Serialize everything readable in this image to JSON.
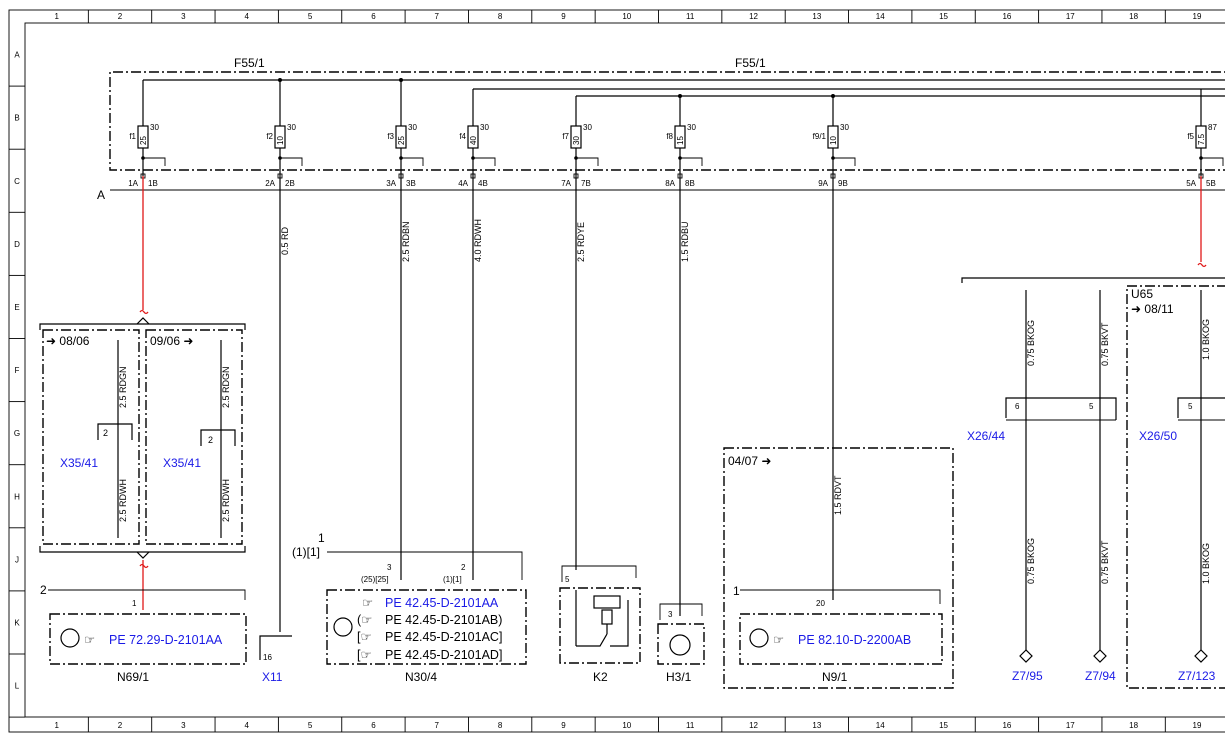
{
  "grid": {
    "cols": [
      "1",
      "2",
      "3",
      "4",
      "5",
      "6",
      "7",
      "8",
      "9",
      "10",
      "11",
      "12",
      "13",
      "14",
      "15",
      "16",
      "17",
      "18",
      "19"
    ],
    "rows": [
      "A",
      "B",
      "C",
      "D",
      "E",
      "F",
      "G",
      "H",
      "J",
      "K",
      "L"
    ]
  },
  "fuse_box": {
    "label_left": "F55/1",
    "label_right": "F55/1",
    "terminal_label": "A",
    "fuses": [
      {
        "name": "f1",
        "rating": "25",
        "pin": "30",
        "left": "1A",
        "right": "1B"
      },
      {
        "name": "f2",
        "rating": "10",
        "pin": "30",
        "left": "2A",
        "right": "2B"
      },
      {
        "name": "f3",
        "rating": "25",
        "pin": "30",
        "left": "3A",
        "right": "3B"
      },
      {
        "name": "f4",
        "rating": "40",
        "pin": "30",
        "left": "4A",
        "right": "4B"
      },
      {
        "name": "f7",
        "rating": "30",
        "pin": "30",
        "left": "7A",
        "right": "7B"
      },
      {
        "name": "f8",
        "rating": "15",
        "pin": "30",
        "left": "8A",
        "right": "8B"
      },
      {
        "name": "f9/1",
        "rating": "10",
        "pin": "30",
        "left": "9A",
        "right": "9B"
      },
      {
        "name": "f5",
        "rating": "7.5",
        "pin": "87",
        "left": "5A",
        "right": "5B"
      }
    ]
  },
  "wires": {
    "w2": "0.5 RD",
    "w3": "2.5 RDBN",
    "w4": "4.0 RDWH",
    "w7": "2.5 RDYE",
    "w8": "1.5 RDBU",
    "w9": "1.5 RDVT",
    "bkog1": "0.75 BKOG",
    "bkvt1": "0.75 BKVT",
    "bkog2": "1.0 BKOG",
    "bkog3": "0.75 BKOG",
    "bkvt2": "0.75 BKVT",
    "bkog4": "1.0 BKOG"
  },
  "variant": {
    "left_code": "08/06",
    "right_code": "09/06",
    "wire_top": "2.5 RDGN",
    "wire_bottom": "2.5 RDWH",
    "pin": "2",
    "connector_left": "X35/41",
    "connector_right": "X35/41"
  },
  "n69": {
    "ref": "2",
    "pin": "1",
    "link": "PE 72.29-D-2101AA",
    "name": "N69/1"
  },
  "x11": {
    "pin": "16",
    "name": "X11"
  },
  "n30": {
    "ref": "1",
    "ref2": "(1)[1]",
    "pin_a": "3",
    "pin_a_sub": "(25)[25]",
    "pin_b": "2",
    "pin_b_sub": "(1)[1]",
    "link": "PE 42.45-D-2101AA",
    "alt1": "PE 42.45-D-2101AB)",
    "alt2": "PE 42.45-D-2101AC]",
    "alt3": "PE 42.45-D-2101AD]",
    "name": "N30/4"
  },
  "k2": {
    "pin": "5",
    "name": "K2"
  },
  "h3": {
    "pin": "3",
    "name": "H3/1"
  },
  "n9": {
    "code": "04/07",
    "ref": "1",
    "pin": "20",
    "link": "PE 82.10-D-2200AB",
    "name": "N9/1"
  },
  "x26_44": {
    "name": "X26/44",
    "pin_a": "6",
    "pin_b": "5"
  },
  "x26_50": {
    "name": "X26/50",
    "pin": "5"
  },
  "u65": {
    "name": "U65",
    "code": "08/11"
  },
  "grounds": [
    "Z7/95",
    "Z7/94",
    "Z7/123"
  ]
}
